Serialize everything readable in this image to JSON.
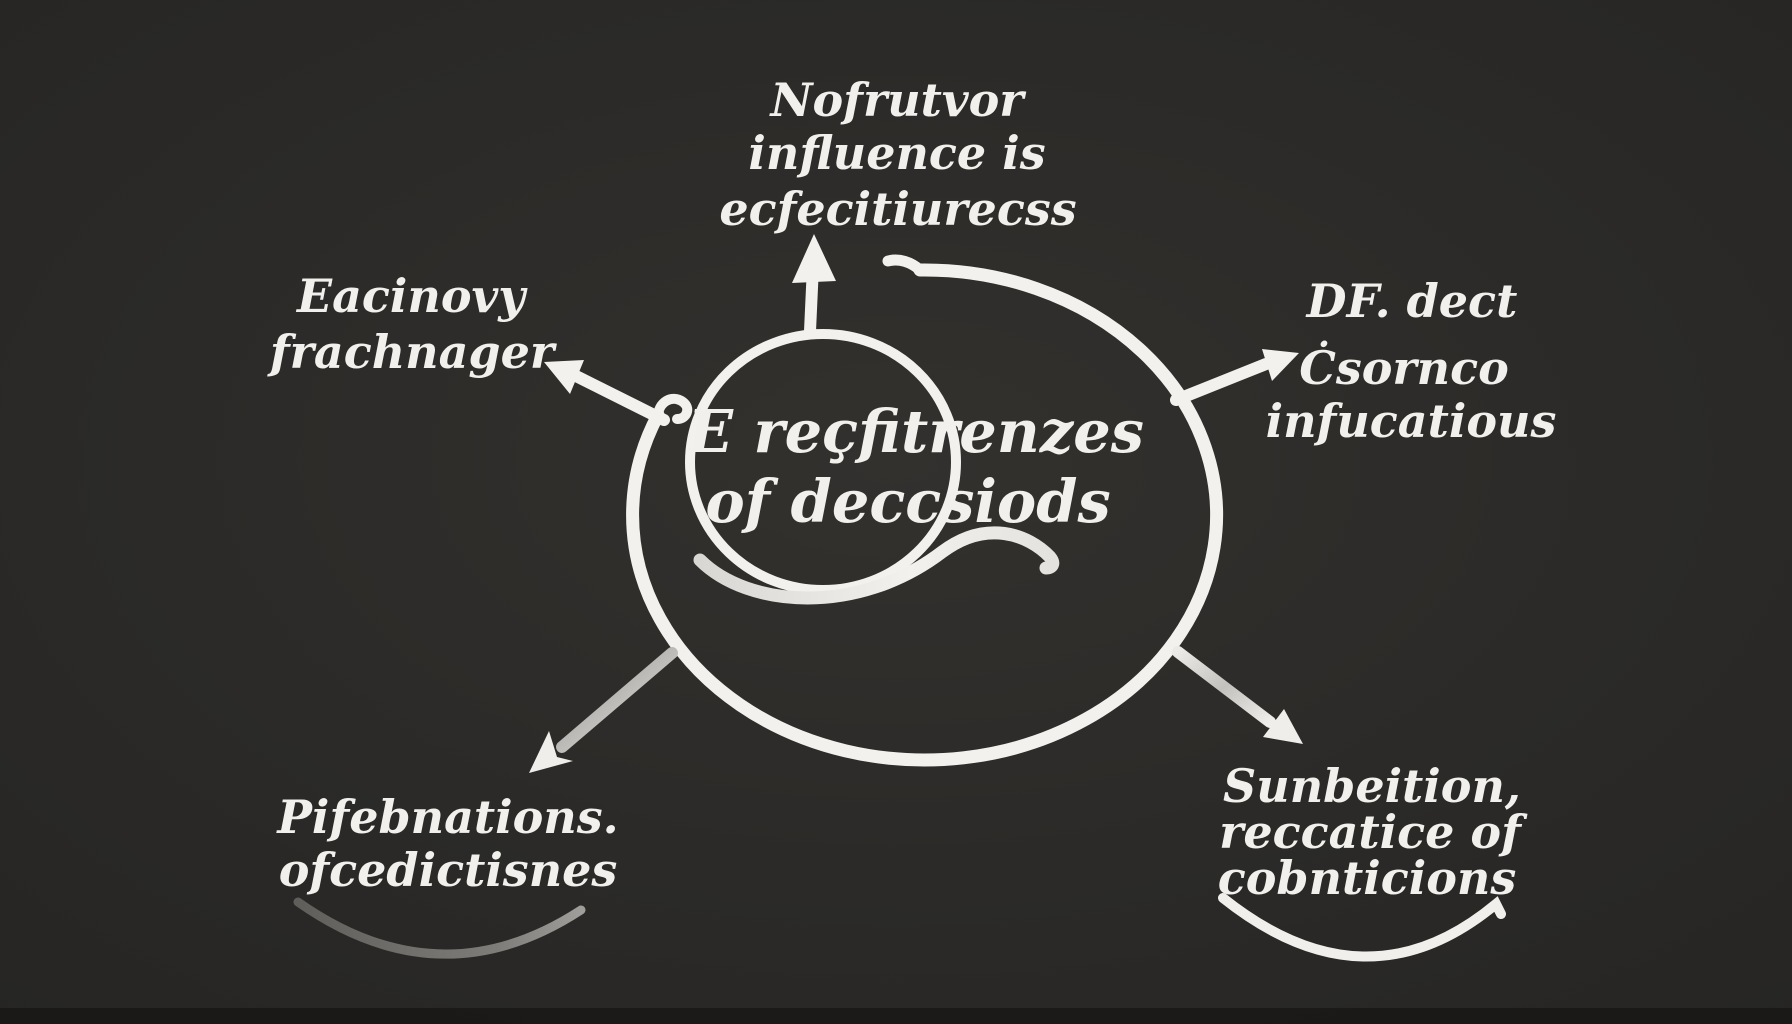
{
  "title": "hand-drawn chalkboard mind-map diagram",
  "colors": {
    "background": "#2b2a28",
    "background_center": "#32302d",
    "bottom_bar": "#191817",
    "chalk_stroke": "#f3f1ed",
    "faded_stroke": "#cfcdc9",
    "faint_underline": "#8a8884",
    "text": "#f2f0ec"
  },
  "center_node": {
    "lines": [
      "E reçfitrenzes",
      "of deccsiods"
    ]
  },
  "nodes": {
    "top": {
      "lines": [
        "Nofrutvor",
        "influence is",
        "ecfecitiurecss"
      ]
    },
    "left": {
      "lines": [
        "Eacinovy",
        "frachnager"
      ]
    },
    "right": {
      "lines": [
        "DF. dect",
        "Ċsornco",
        "infucatious"
      ]
    },
    "bottom_left": {
      "lines": [
        "Pifebnations.",
        "ofcedictisnes"
      ]
    },
    "bottom_right": {
      "lines": [
        "Sunbeition,",
        "reccatice of",
        "cobnticions"
      ]
    }
  },
  "icons": {
    "arrow_up": "arrow-up-icon",
    "arrow_up_left": "arrow-up-left-icon",
    "arrow_up_right": "arrow-up-right-icon",
    "arrow_down_left": "arrow-down-left-icon",
    "arrow_down_right": "arrow-down-right-icon",
    "outer_circle": "outer-circle-arc",
    "inner_circle": "inner-circle",
    "inner_curl": "inner-circle-retrace-curl",
    "underline_left": "smile-underline-left",
    "underline_right": "smile-underline-right"
  }
}
